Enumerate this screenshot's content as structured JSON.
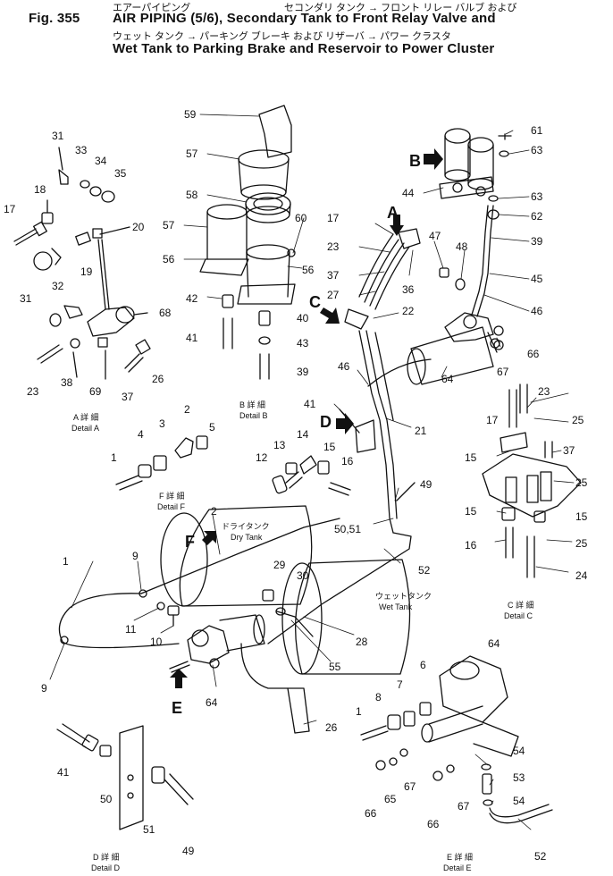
{
  "header": {
    "jp_line1_left": "エアーパイピング",
    "jp_line1_right": "セコンダリ タンク → フロント リレー バルブ および",
    "figure_no": "Fig. 355",
    "en_line1": "AIR PIPING (5/6), Secondary Tank to Front Relay Valve and",
    "jp_line2": "ウェット タンク → パーキング ブレーキ および リザーバ → パワー クラスタ",
    "en_line2": "Wet Tank to Parking Brake and Reservoir to Power Cluster"
  },
  "arrows": {
    "a": "A",
    "b": "B",
    "c": "C",
    "d": "D",
    "e": "E",
    "f": "F"
  },
  "labels": {
    "dry_tank_jp": "ドライタンク",
    "dry_tank_en": "Dry Tank",
    "wet_tank_jp": "ウェットタンク",
    "wet_tank_en": "Wet Tank"
  },
  "details": {
    "a_jp": "A 詳 細",
    "a_en": "Detail A",
    "b_jp": "B 詳 細",
    "b_en": "Detail B",
    "c_jp": "C 詳 細",
    "c_en": "Detail C",
    "d_jp": "D 詳 細",
    "d_en": "Detail D",
    "e_jp": "E 詳 細",
    "e_en": "Detail E",
    "f_jp": "F 詳 細",
    "f_en": "Detail F"
  },
  "callouts": {
    "c1a": "1",
    "c1b": "1",
    "c1c": "1",
    "c2a": "2",
    "c2b": "2",
    "c3": "3",
    "c4": "4",
    "c5": "5",
    "c6": "6",
    "c7": "7",
    "c8": "8",
    "c9a": "9",
    "c9b": "9",
    "c10": "10",
    "c11": "11",
    "c12": "12",
    "c13": "13",
    "c14": "14",
    "c15a": "15",
    "c15b": "15",
    "c15c": "15",
    "c15d": "15",
    "c16a": "16",
    "c16b": "16",
    "c17a": "17",
    "c17b": "17",
    "c17c": "17",
    "c18": "18",
    "c19": "19",
    "c20": "20",
    "c21": "21",
    "c22": "22",
    "c23a": "23",
    "c23b": "23",
    "c23c": "23",
    "c24": "24",
    "c25a": "25",
    "c25b": "25",
    "c25c": "25",
    "c26a": "26",
    "c26b": "26",
    "c27": "27",
    "c28": "28",
    "c29": "29",
    "c30": "30",
    "c31a": "31",
    "c31b": "31",
    "c32": "32",
    "c33": "33",
    "c34": "34",
    "c35": "35",
    "c36": "36",
    "c37a": "37",
    "c37b": "37",
    "c37c": "37",
    "c38": "38",
    "c39a": "39",
    "c39b": "39",
    "c40": "40",
    "c41a": "41",
    "c41b": "41",
    "c41c": "41",
    "c42": "42",
    "c43": "43",
    "c44": "44",
    "c45": "45",
    "c46a": "46",
    "c46b": "46",
    "c47": "47",
    "c48": "48",
    "c49a": "49",
    "c49b": "49",
    "c50": "50",
    "c5051": "50,51",
    "c51": "51",
    "c52a": "52",
    "c52b": "52",
    "c53": "53",
    "c54a": "54",
    "c54b": "54",
    "c55": "55",
    "c56a": "56",
    "c56b": "56",
    "c57a": "57",
    "c57b": "57",
    "c58": "58",
    "c59": "59",
    "c60": "60",
    "c61": "61",
    "c62": "62",
    "c63a": "63",
    "c63b": "63",
    "c64a": "64",
    "c64b": "64",
    "c64c": "64",
    "c65": "65",
    "c66a": "66",
    "c66b": "66",
    "c66c": "66",
    "c67a": "67",
    "c67b": "67",
    "c67c": "67",
    "c68": "68",
    "c69": "69"
  }
}
